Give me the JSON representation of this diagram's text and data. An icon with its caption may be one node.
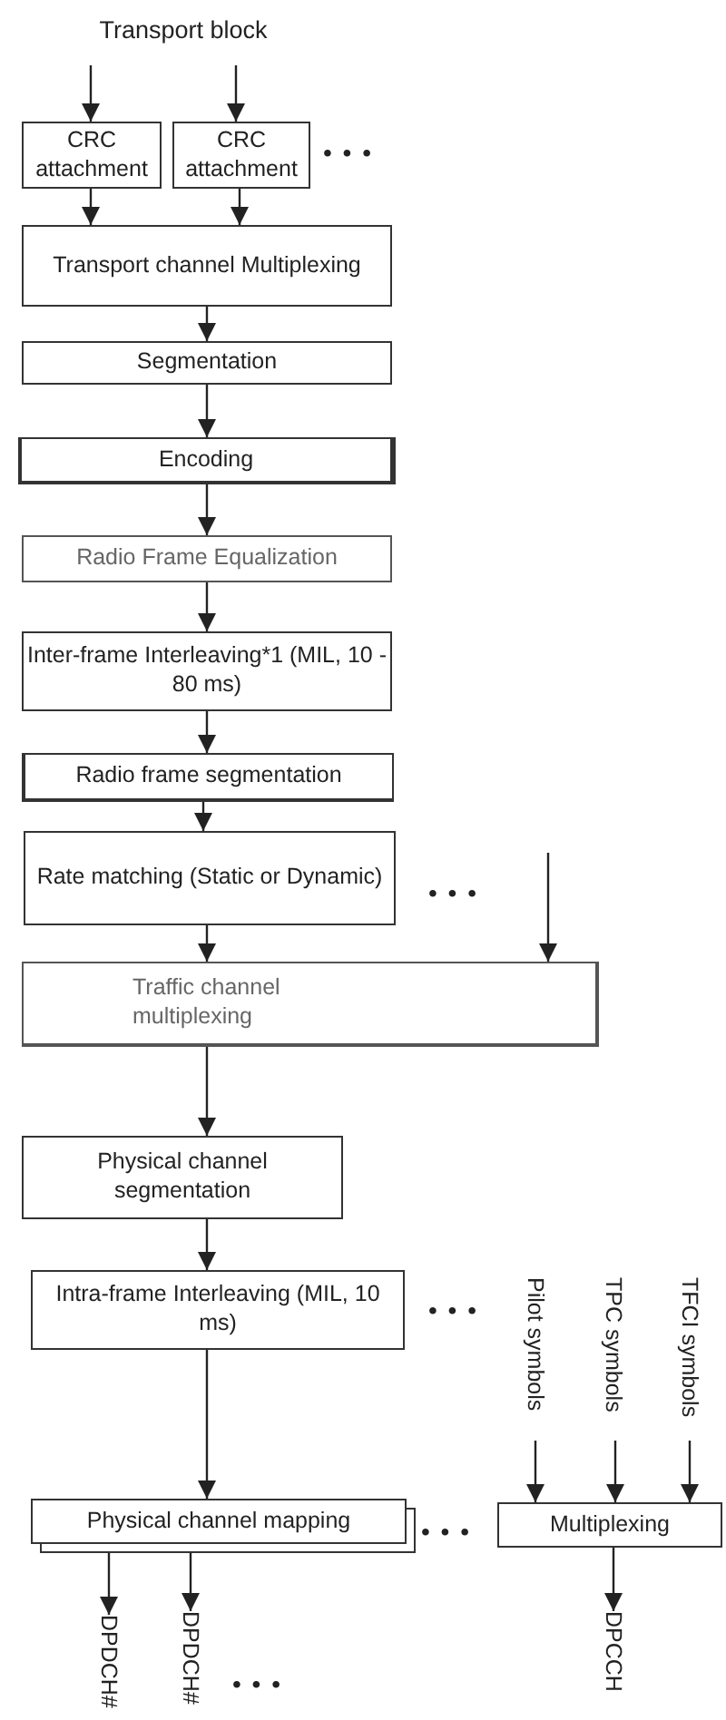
{
  "diagram": {
    "nodes": [
      {
        "text": [
          "Transport block"
        ]
      },
      {
        "text": [
          "CRC attachment"
        ]
      },
      {
        "text": [
          "CRC attachment"
        ]
      },
      {
        "text": [
          "Transport channel Multiplexing"
        ]
      },
      {
        "text": [
          "Segmentation"
        ]
      },
      {
        "text": [
          "Encoding"
        ]
      },
      {
        "text": [
          "Radio Frame Equalization"
        ]
      },
      {
        "text": [
          "Inter-frame Interleaving*1 (MIL, 10 - 80 ms)"
        ]
      },
      {
        "text": [
          "Radio frame segmentation"
        ]
      },
      {
        "text": [
          "Rate matching (Static or Dynamic)"
        ]
      },
      {
        "text": [
          "Traffic channel multiplexing"
        ]
      },
      {
        "text": [
          "Physical channel segmentation"
        ]
      },
      {
        "text": [
          "Intra-frame Interleaving (MIL, 10 ms)"
        ]
      },
      {
        "text": [
          "Physical channel mapping"
        ]
      },
      {
        "text": [
          "Multiplexing"
        ]
      },
      {
        "text": [
          "Pilot symbols"
        ]
      },
      {
        "text": [
          "TPC symbols"
        ]
      },
      {
        "text": [
          "TFCI symbols"
        ]
      },
      {
        "text": [
          "DPDCH#"
        ]
      },
      {
        "text": [
          "DPDCH#"
        ]
      },
      {
        "text": [
          "DPCCH"
        ]
      }
    ],
    "edges": [
      {
        "from": 0,
        "to": 1,
        "arrow": "to"
      },
      {
        "from": 0,
        "to": 2,
        "arrow": "to"
      },
      {
        "from": 1,
        "to": 3,
        "arrow": "to"
      },
      {
        "from": 2,
        "to": 3,
        "arrow": "to"
      },
      {
        "from": 3,
        "to": 4,
        "arrow": "to"
      },
      {
        "from": 4,
        "to": 5,
        "arrow": "to"
      },
      {
        "from": 5,
        "to": 6,
        "arrow": "to"
      },
      {
        "from": 6,
        "to": 7,
        "arrow": "to"
      },
      {
        "from": 7,
        "to": 8,
        "arrow": "to"
      },
      {
        "from": 8,
        "to": 9,
        "arrow": "to"
      },
      {
        "from": 9,
        "to": 10,
        "arrow": "to"
      },
      {
        "from": null,
        "to": 10,
        "arrow": "to"
      },
      {
        "from": 10,
        "to": 11,
        "arrow": "to"
      },
      {
        "from": 11,
        "to": 12,
        "arrow": "to"
      },
      {
        "from": 12,
        "to": 13,
        "arrow": "to"
      },
      {
        "from": 15,
        "to": 14,
        "arrow": "to"
      },
      {
        "from": 16,
        "to": 14,
        "arrow": "to"
      },
      {
        "from": 17,
        "to": 14,
        "arrow": "to"
      },
      {
        "from": 13,
        "to": 18,
        "arrow": "to"
      },
      {
        "from": 13,
        "to": 19,
        "arrow": "to"
      },
      {
        "from": 14,
        "to": 20,
        "arrow": "to"
      }
    ],
    "labels": [
      "• • •",
      "• • •",
      "• • •",
      "• • •",
      "• • •"
    ]
  }
}
